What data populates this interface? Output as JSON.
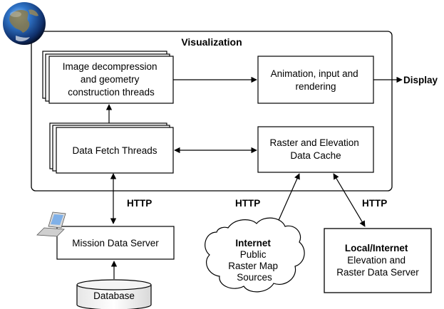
{
  "title": "Visualization",
  "boxes": {
    "image_decompression": [
      "Image decompression",
      "and geometry",
      "construction threads"
    ],
    "animation": [
      "Animation, input and",
      "rendering"
    ],
    "data_fetch": [
      "Data Fetch Threads"
    ],
    "cache": [
      "Raster and Elevation",
      "Data Cache"
    ],
    "mission_server": [
      "Mission Data Server"
    ],
    "database": [
      "Database"
    ],
    "local_server": {
      "bold": "Local/Internet",
      "lines": [
        "Elevation and",
        "Raster Data Server"
      ]
    },
    "internet": {
      "bold": "Internet",
      "lines": [
        "Public",
        "Raster Map",
        "Sources"
      ]
    }
  },
  "labels": {
    "display": "Display",
    "http_left": "HTTP",
    "http_mid": "HTTP",
    "http_right": "HTTP"
  },
  "icons": [
    "globe-icon",
    "laptop-icon",
    "database-icon",
    "cloud-icon"
  ]
}
